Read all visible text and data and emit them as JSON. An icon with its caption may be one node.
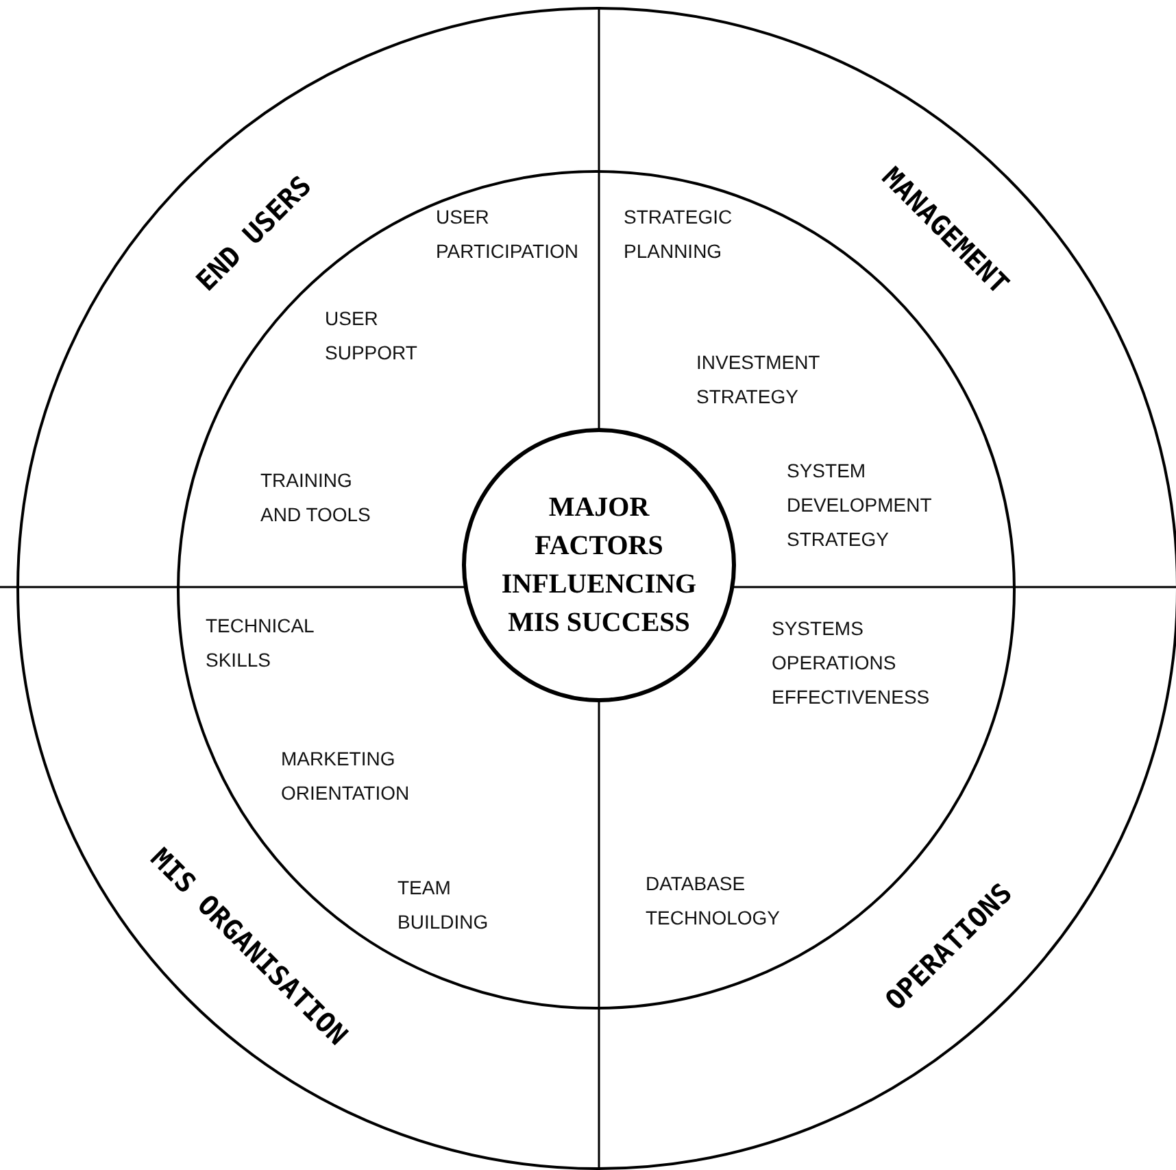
{
  "diagram": {
    "nodes": [
      {
        "text": [
          "MAJOR FACTORS INFLUENCING MIS SUCCESS"
        ]
      }
    ],
    "labels": [
      "END USERS",
      "MANAGEMENT",
      "USER PARTICIPATION",
      "STRATEGIC PLANNING",
      "USER SUPPORT",
      "INVESTMENT STRATEGY",
      "TRAINING AND TOOLS",
      "SYSTEM DEVELOPMENT STRATEGY",
      "TECHNICAL SKILLS",
      "SYSTEMS OPERATIONS EFFECTIVENESS",
      "MARKETING ORIENTATION",
      "TEAM BUILDING",
      "DATABASE TECHNOLOGY",
      "MIS ORGANISATION",
      "OPERATIONS"
    ]
  }
}
